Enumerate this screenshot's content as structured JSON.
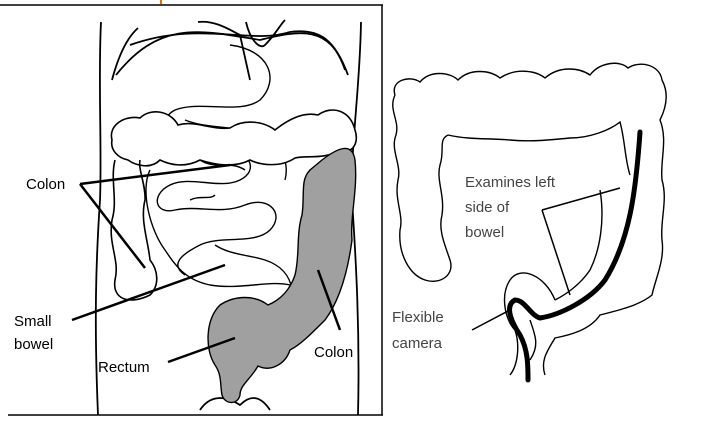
{
  "left_panel": {
    "labels": {
      "colon_upper": "Colon",
      "small_bowel_line1": "Small",
      "small_bowel_line2": "bowel",
      "rectum": "Rectum",
      "colon_lower": "Colon"
    },
    "colors": {
      "highlight": "#a0a0a0",
      "stroke": "#000000"
    }
  },
  "right_panel": {
    "labels": {
      "examines_line1": "Examines left",
      "examines_line2": "side of",
      "examines_line3": "bowel",
      "camera_line1": "Flexible",
      "camera_line2": "camera"
    }
  }
}
